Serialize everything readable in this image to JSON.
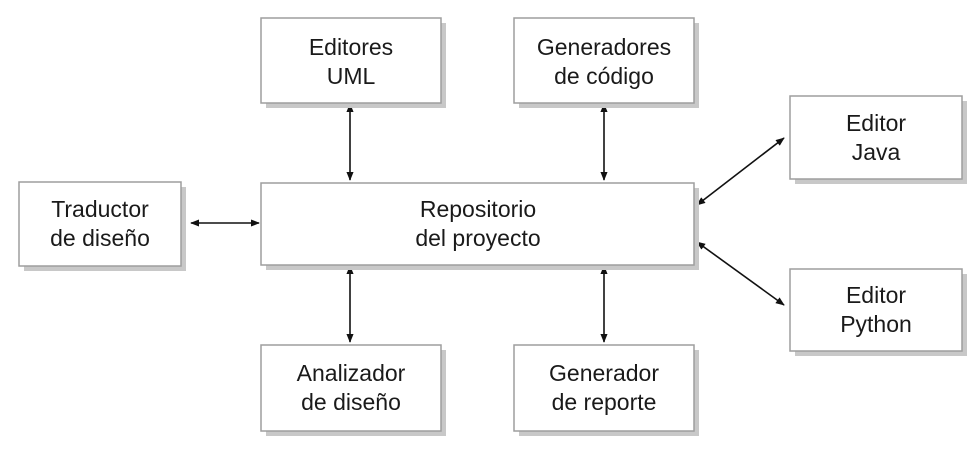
{
  "diagram": {
    "nodes": {
      "repository": {
        "line1": "Repositorio",
        "line2": "del proyecto"
      },
      "uml_editors": {
        "line1": "Editores",
        "line2": "UML"
      },
      "code_generators": {
        "line1": "Generadores",
        "line2": "de código"
      },
      "java_editor": {
        "line1": "Editor",
        "line2": "Java"
      },
      "design_translator": {
        "line1": "Traductor",
        "line2": "de diseño"
      },
      "python_editor": {
        "line1": "Editor",
        "line2": "Python"
      },
      "design_analyzer": {
        "line1": "Analizador",
        "line2": "de diseño"
      },
      "report_generator": {
        "line1": "Generador",
        "line2": "de reporte"
      }
    },
    "edges": [
      {
        "from": "repository",
        "to": "uml_editors",
        "direction": "both"
      },
      {
        "from": "repository",
        "to": "code_generators",
        "direction": "both"
      },
      {
        "from": "repository",
        "to": "java_editor",
        "direction": "both"
      },
      {
        "from": "repository",
        "to": "design_translator",
        "direction": "both"
      },
      {
        "from": "repository",
        "to": "python_editor",
        "direction": "both"
      },
      {
        "from": "repository",
        "to": "design_analyzer",
        "direction": "both"
      },
      {
        "from": "repository",
        "to": "report_generator",
        "direction": "both"
      }
    ]
  }
}
